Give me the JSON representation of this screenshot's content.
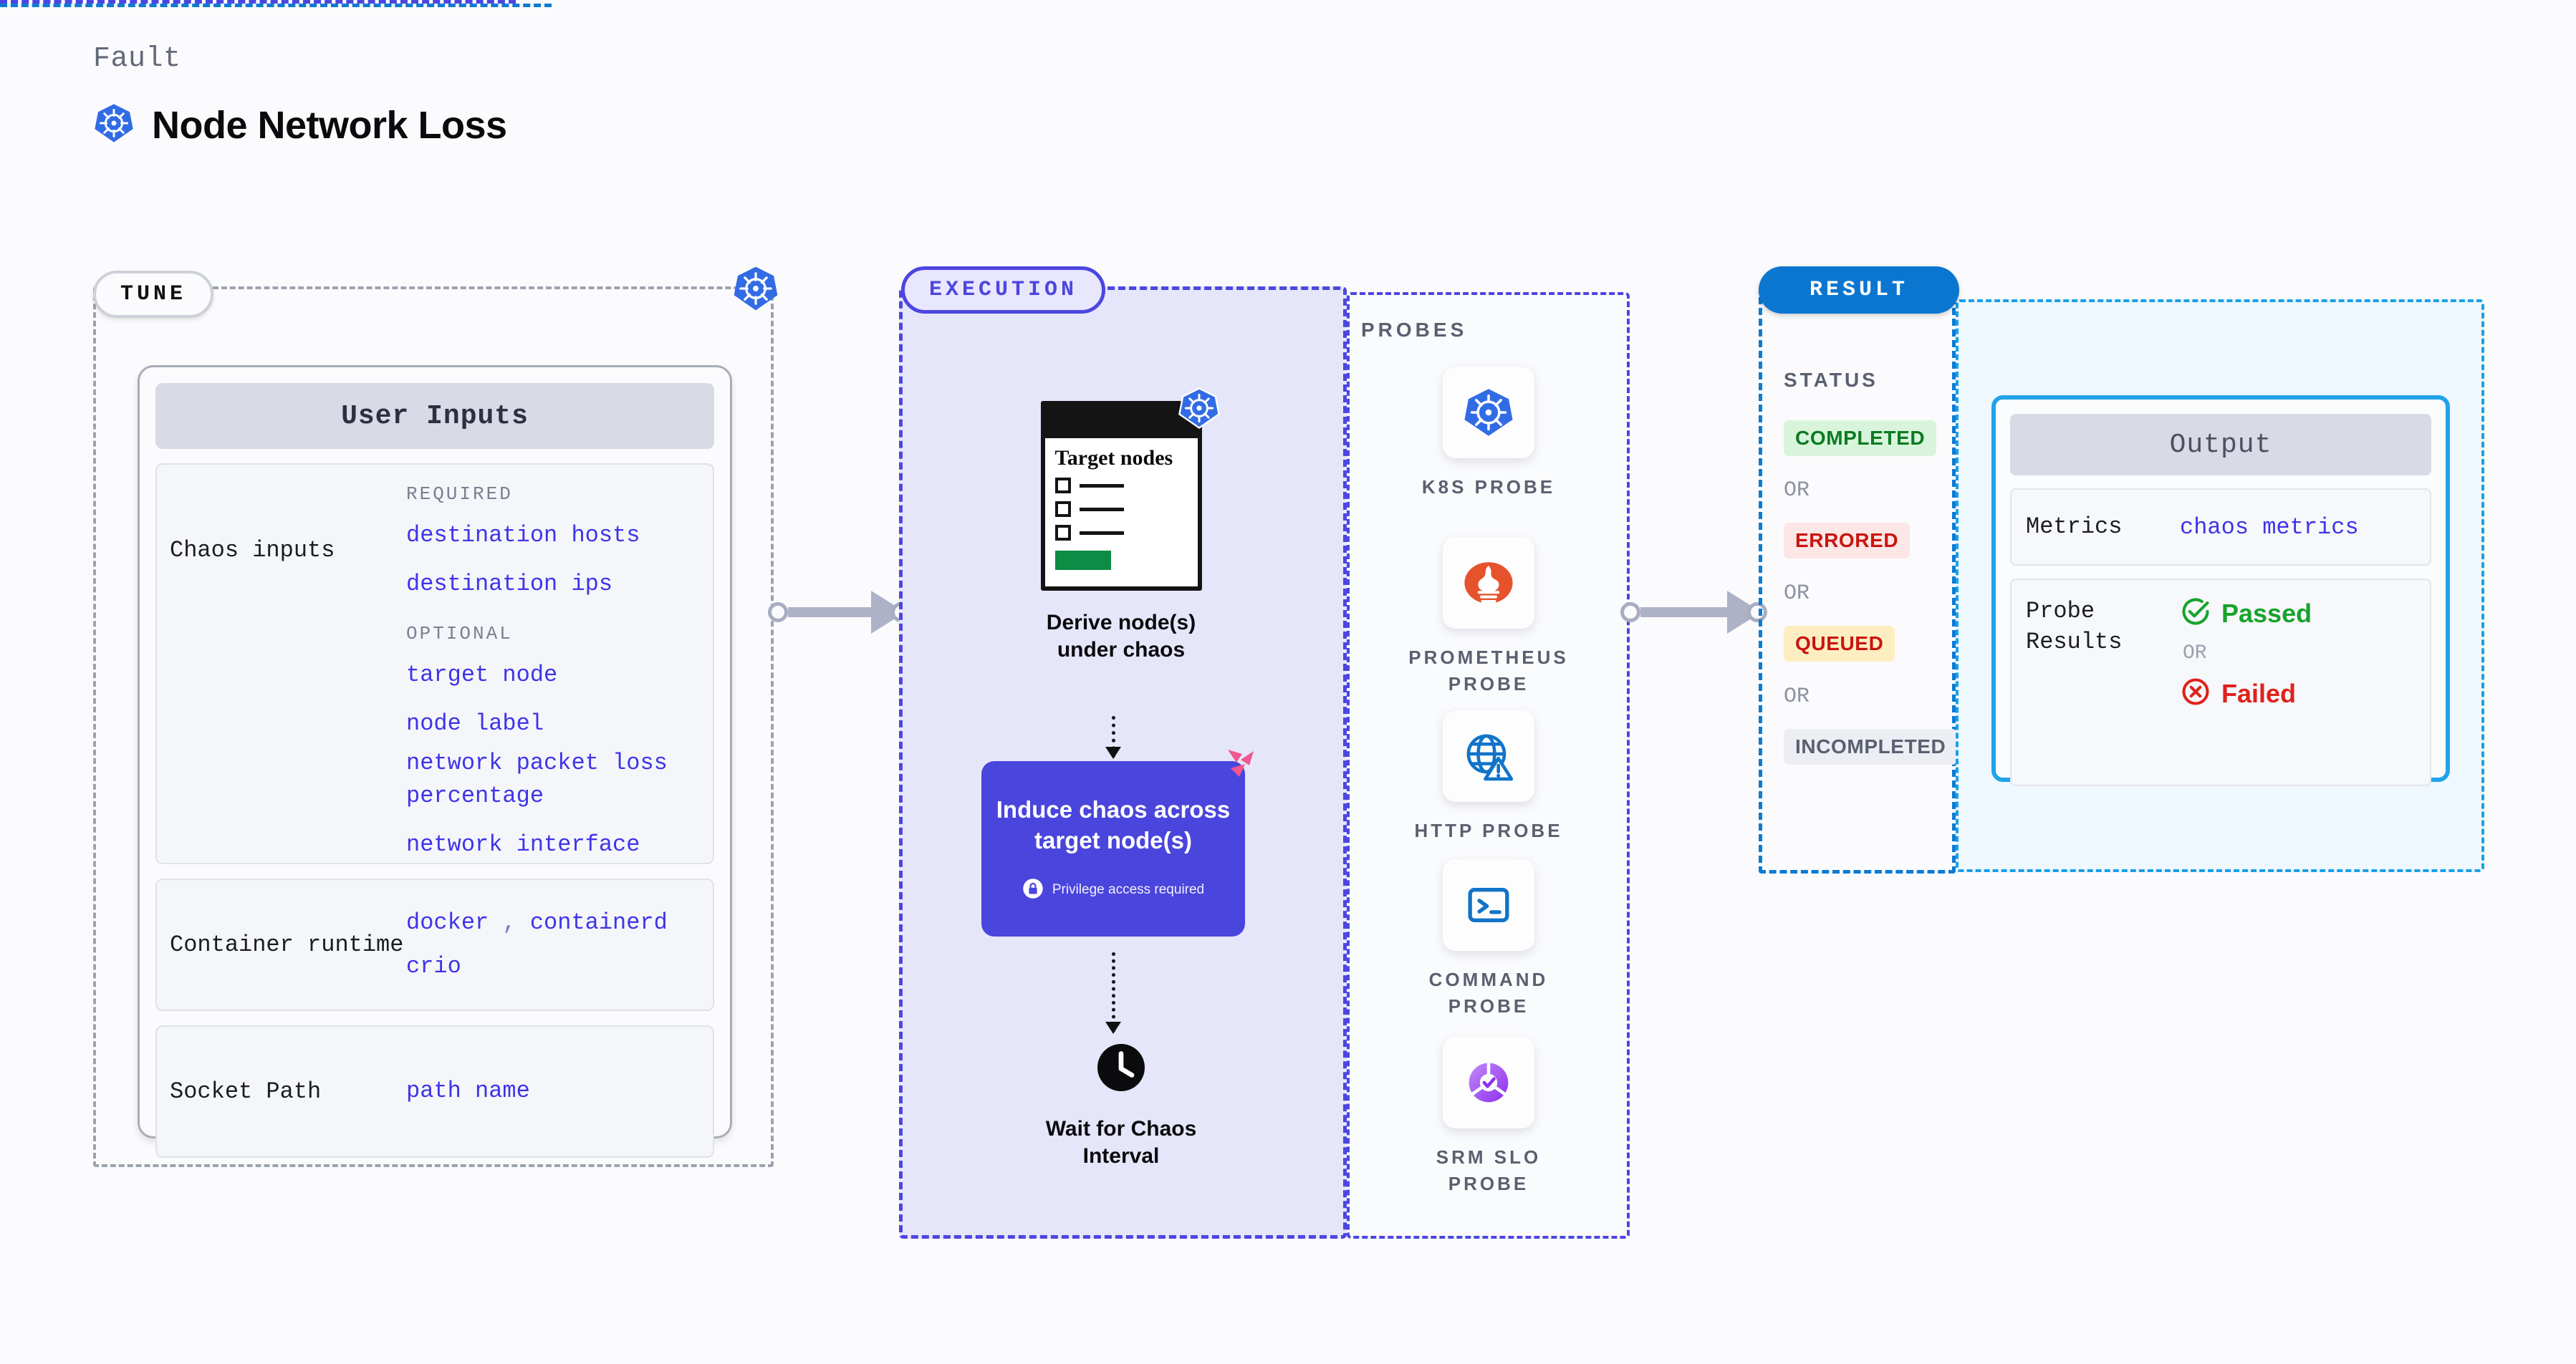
{
  "header": {
    "eyebrow": "Fault",
    "title": "Node Network Loss",
    "icon": "kubernetes-icon"
  },
  "tune": {
    "badge": "TUNE",
    "boundary_icon": "kubernetes-icon",
    "card": {
      "header": "User Inputs",
      "sections": [
        {
          "label": "Chaos inputs",
          "groups": [
            {
              "title": "REQUIRED",
              "values": [
                "destination hosts",
                "destination ips"
              ]
            },
            {
              "title": "OPTIONAL",
              "values": [
                "target node",
                "node label",
                "network packet loss percentage",
                "network interface"
              ]
            }
          ]
        },
        {
          "label": "Container runtime",
          "values": [
            "docker",
            ",",
            "containerd",
            "crio"
          ]
        },
        {
          "label": "Socket Path",
          "values": [
            "path name"
          ]
        }
      ]
    }
  },
  "execution": {
    "badge": "EXECUTION",
    "steps": [
      {
        "card_title": "Target nodes",
        "card_icon": "kubernetes-icon",
        "caption": "Derive node(s) under chaos"
      },
      {
        "title": "Induce chaos across target node(s)",
        "privilege_note": "Privilege access required",
        "privilege_icon": "lock-icon",
        "corner_icon": "litmus-icon"
      },
      {
        "icon": "clock-icon",
        "caption": "Wait for Chaos Interval"
      }
    ]
  },
  "probes": {
    "title": "PROBES",
    "items": [
      {
        "label": "K8S PROBE",
        "icon": "kubernetes-icon"
      },
      {
        "label": "PROMETHEUS PROBE",
        "icon": "prometheus-icon"
      },
      {
        "label": "HTTP PROBE",
        "icon": "globe-warning-icon"
      },
      {
        "label": "COMMAND PROBE",
        "icon": "terminal-icon"
      },
      {
        "label": "SRM SLO PROBE",
        "icon": "srm-slo-icon"
      }
    ]
  },
  "result": {
    "badge": "RESULT",
    "status_title": "STATUS",
    "or_label": "OR",
    "statuses": [
      {
        "label": "COMPLETED",
        "bg": "#d8f5dc",
        "color": "#0d7a22"
      },
      {
        "label": "ERRORED",
        "bg": "#fde6e6",
        "color": "#c9150f"
      },
      {
        "label": "QUEUED",
        "bg": "#fdeec2",
        "color": "#c9150f"
      },
      {
        "label": "INCOMPLETED",
        "bg": "#eceef4",
        "color": "#5a6070"
      }
    ]
  },
  "output": {
    "header": "Output",
    "metrics_label": "Metrics",
    "metrics_value": "chaos metrics",
    "probe_results_label": "Probe Results",
    "passed_label": "Passed",
    "failed_label": "Failed",
    "or_label": "OR",
    "passed_icon": "check-circle-icon",
    "failed_icon": "x-circle-icon"
  },
  "colors": {
    "accent_purple": "#4a45dc",
    "accent_blue": "#0b76d0",
    "kubernetes_blue": "#326ce5",
    "litmus_pink": "#f2578f",
    "value_text": "#3f34e8"
  }
}
